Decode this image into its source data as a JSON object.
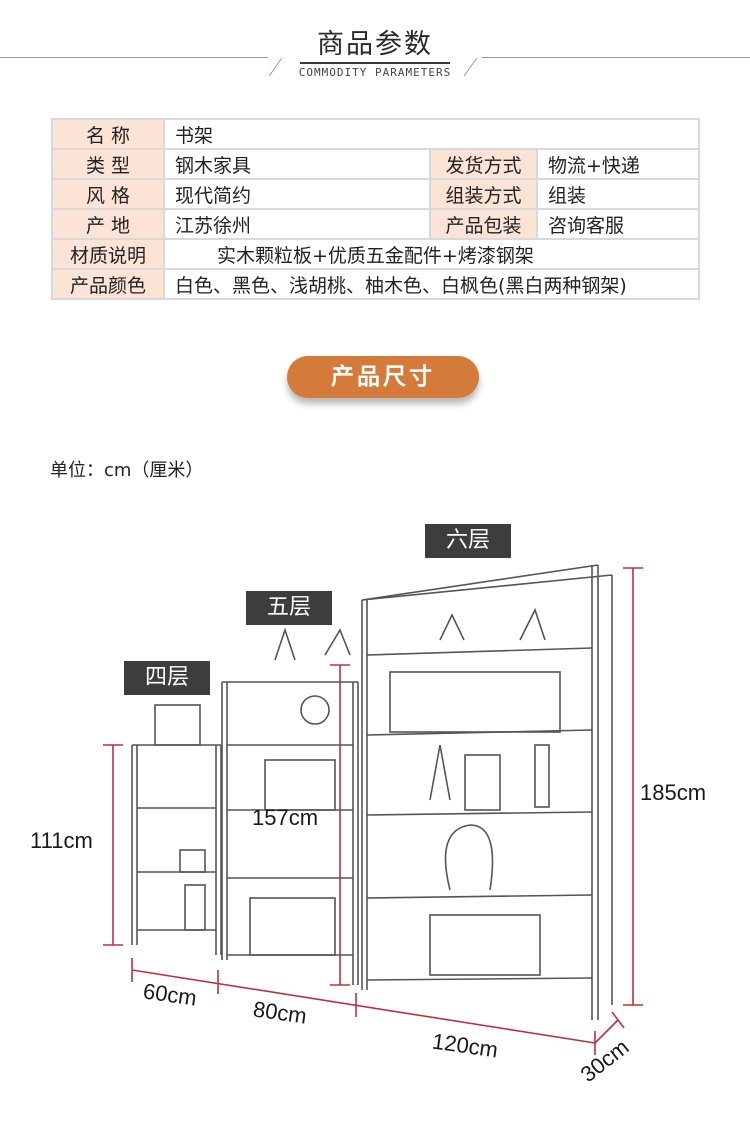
{
  "header": {
    "title": "商品参数",
    "subtitle": "COMMODITY PARAMETERS"
  },
  "params": {
    "name_label": "名 称",
    "name_value": "书架",
    "type_label": "类 型",
    "type_value": "钢木家具",
    "ship_label": "发货方式",
    "ship_value": "物流+快递",
    "style_label": "风 格",
    "style_value": "现代简约",
    "assembly_label": "组装方式",
    "assembly_value": "组装",
    "origin_label": "产 地",
    "origin_value": "江苏徐州",
    "package_label": "产品包装",
    "package_value": "咨询客服",
    "material_label": "材质说明",
    "material_value": "实木颗粒板+优质五金配件+烤漆钢架",
    "color_label": "产品颜色",
    "color_value": "白色、黑色、浅胡桃、柚木色、白枫色(黑白两种钢架)"
  },
  "size_section": {
    "badge": "产品尺寸",
    "unit": "单位：cm（厘米）"
  },
  "tiers": {
    "four": "四层",
    "five": "五层",
    "six": "六层"
  },
  "dimensions": {
    "h4": "111cm",
    "h5": "157cm",
    "h6": "185cm",
    "w4": "60cm",
    "w5": "80cm",
    "w6": "120cm",
    "depth": "30cm"
  },
  "colors": {
    "accent": "#d47a3a",
    "label_bg": "#fbe4d5",
    "dimension_line": "#c0303a",
    "tier_bg": "#3d3d3d"
  }
}
